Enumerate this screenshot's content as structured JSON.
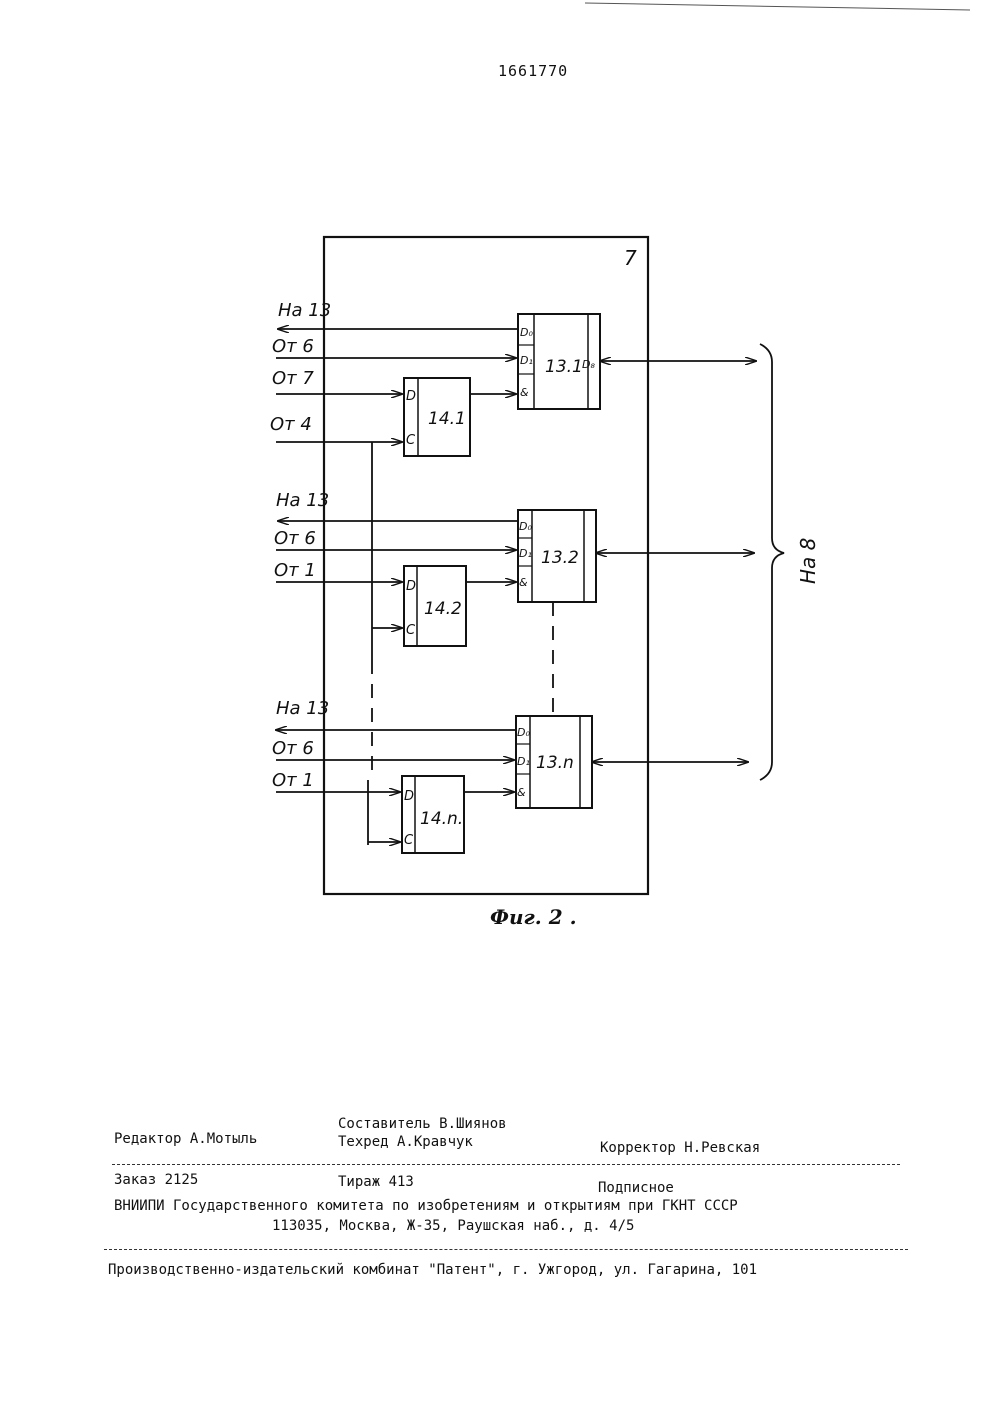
{
  "patent_number": "1661770",
  "figure": {
    "caption": "Фиг. 2 .",
    "block_label": "7",
    "output_label": "На 8",
    "groups": [
      {
        "out_label": "На 13",
        "in6_label": "От 6",
        "in1_label": "От 7",
        "in4_label": "От 4",
        "register_label": "14.1",
        "register_d": "D",
        "register_c": "C",
        "memory_label": "13.1",
        "memory_pins": [
          "D₀",
          "D₁",
          "&"
        ],
        "memory_out_pin": "D₈"
      },
      {
        "out_label": "На 13",
        "in6_label": "От 6",
        "in1_label": "От 1",
        "register_label": "14.2",
        "register_d": "D",
        "register_c": "C",
        "memory_label": "13.2",
        "memory_pins": [
          "D₀",
          "D₁",
          "&"
        ]
      },
      {
        "out_label": "На 13",
        "in6_label": "От 6",
        "in1_label": "От 1",
        "register_label": "14.n.",
        "register_d": "D",
        "register_c": "C",
        "memory_label": "13.n",
        "memory_pins": [
          "D₀",
          "D₁",
          "&"
        ]
      }
    ]
  },
  "imprint": {
    "compiler": "Составитель В.Шиянов",
    "editor": "Редактор А.Мотыль",
    "techred": "Техред А.Кравчук",
    "corrector": "Корректор Н.Ревская",
    "order": "Заказ 2125",
    "circulation": "Тираж 413",
    "subscription": "Подписное",
    "institute": "ВНИИПИ Государственного комитета по изобретениям и открытиям при ГКНТ СССР",
    "address": "113035, Москва, Ж-35, Раушская наб., д. 4/5",
    "printer": "Производственно-издательский комбинат \"Патент\", г. Ужгород, ул. Гагарина, 101"
  }
}
